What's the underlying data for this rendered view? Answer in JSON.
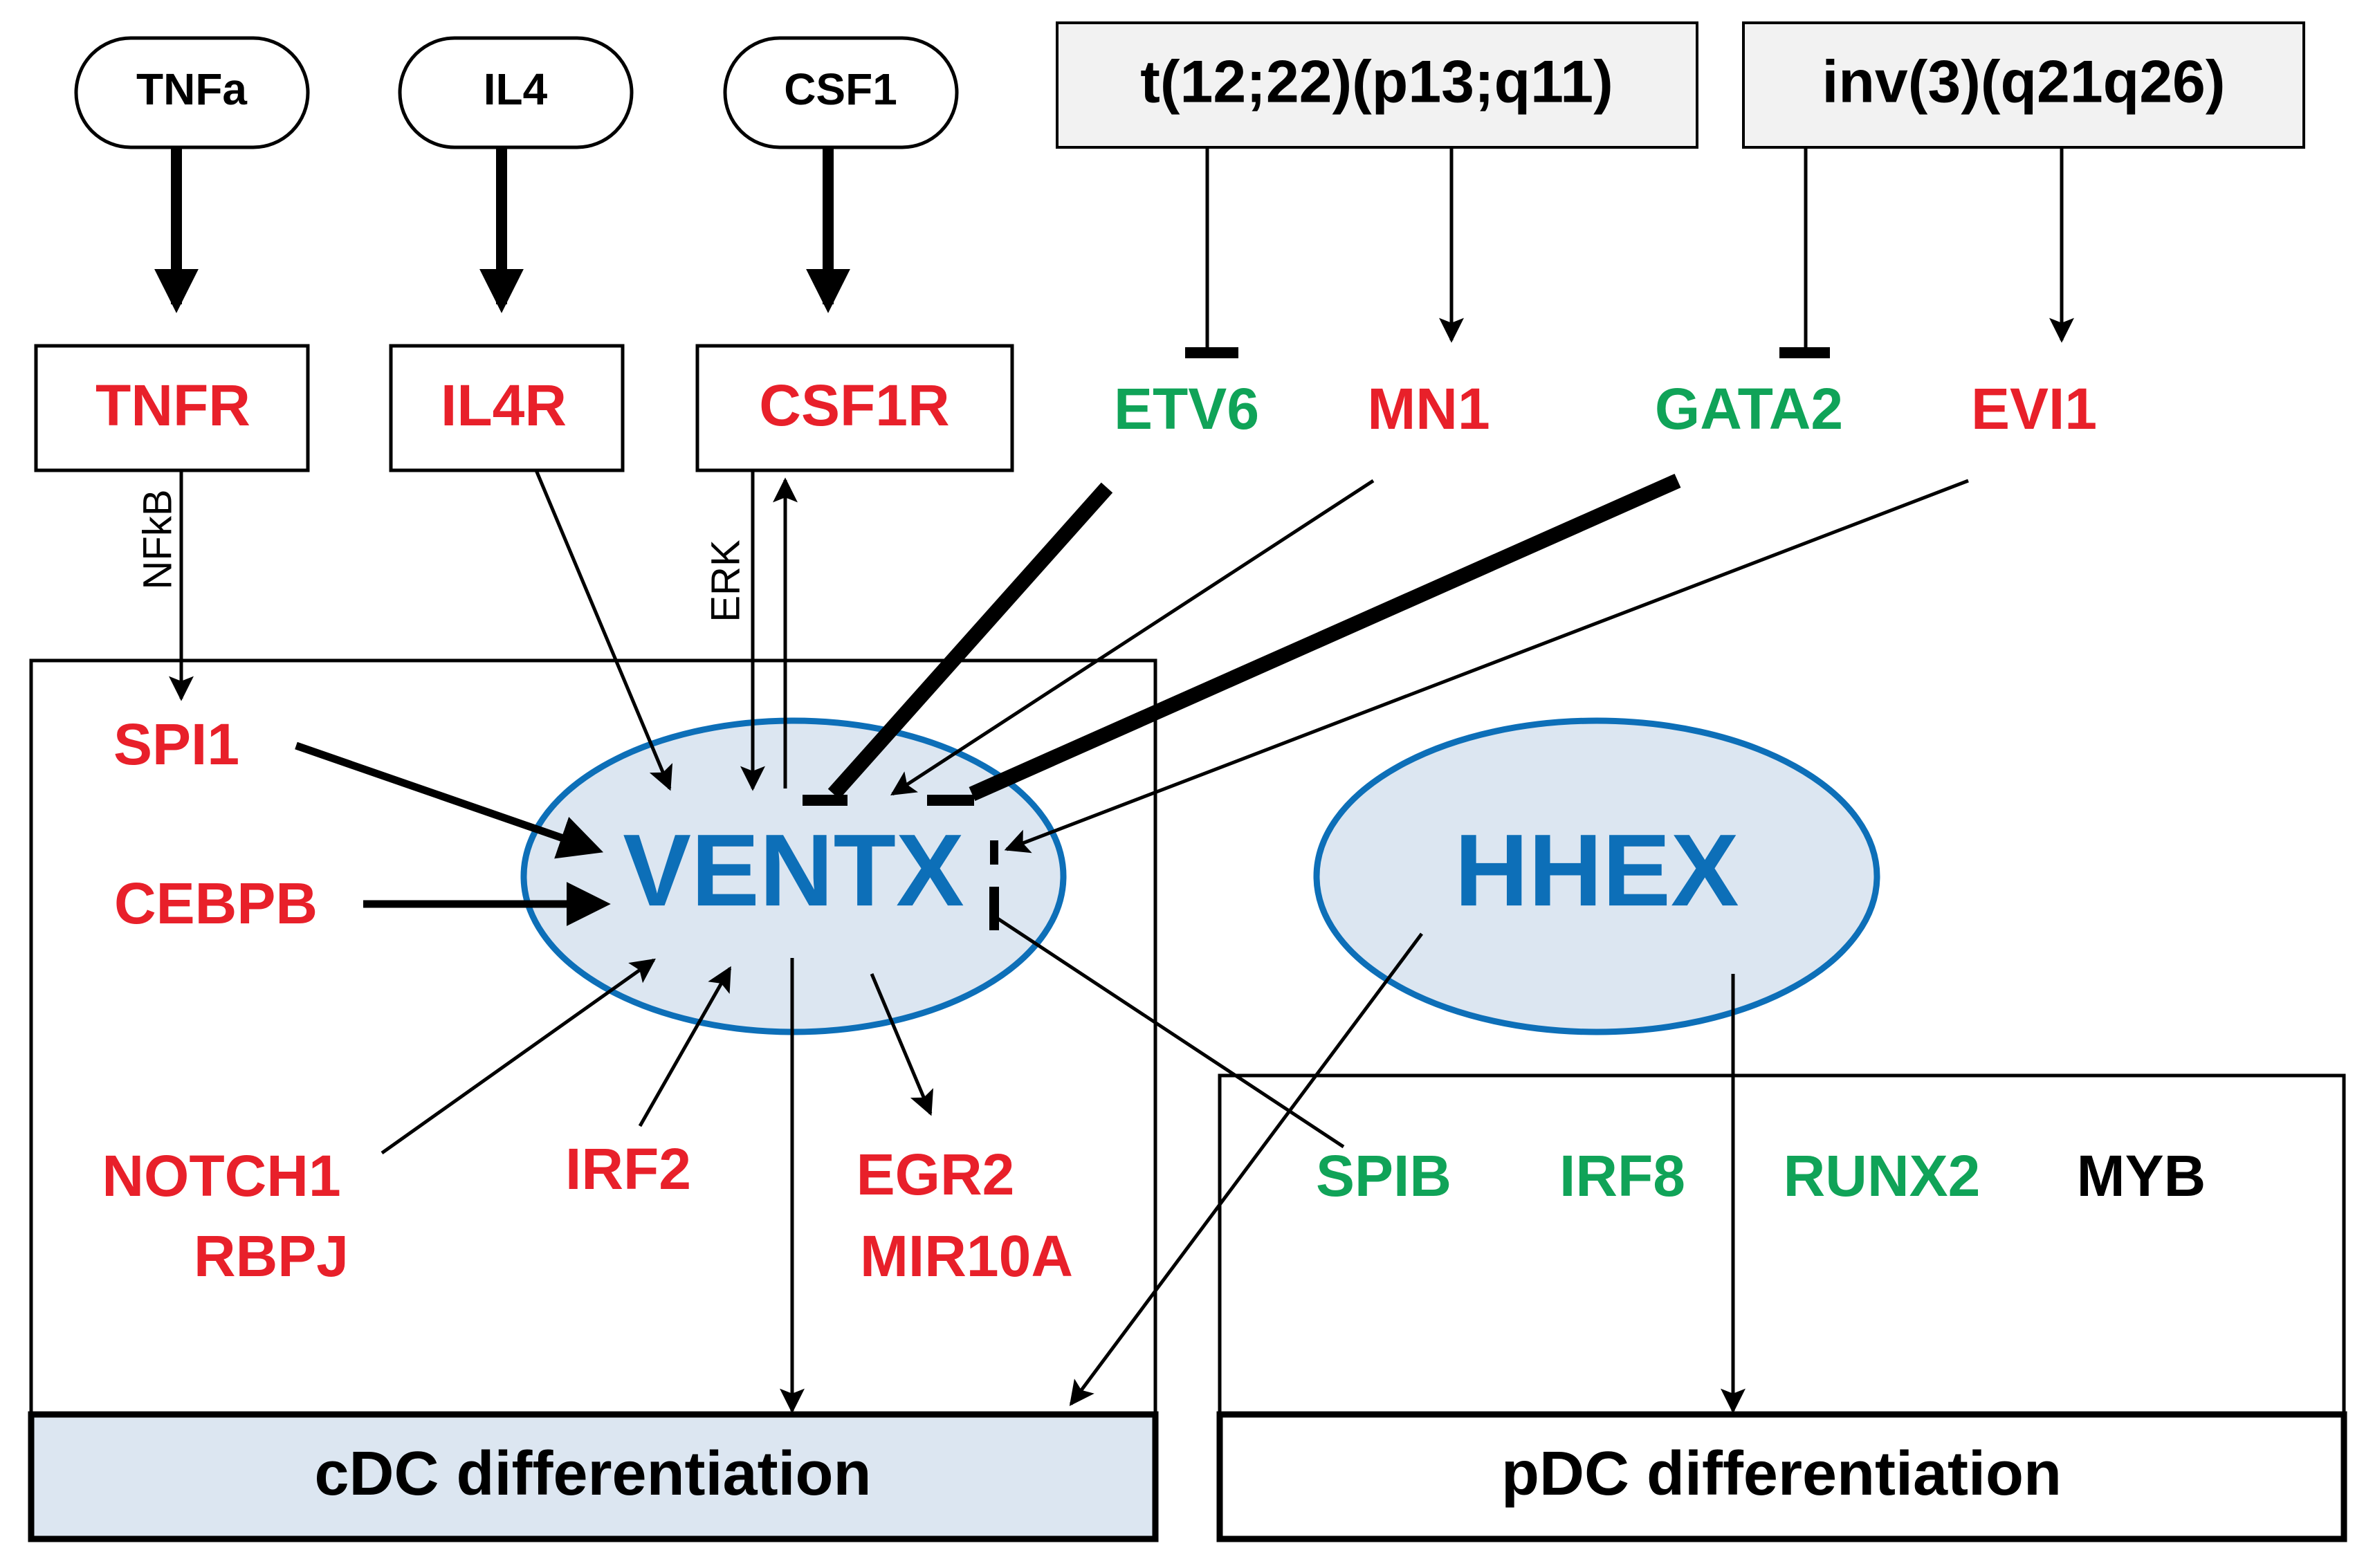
{
  "ligands": {
    "tnfa": "TNFa",
    "il4": "IL4",
    "csf1": "CSF1"
  },
  "translocations": {
    "t12_22": "t(12;22)(p13;q11)",
    "inv3": "inv(3)(q21q26)"
  },
  "receptors": {
    "tnfr": "TNFR",
    "il4r": "IL4R",
    "csf1r": "CSF1R"
  },
  "targets": {
    "etv6": "ETV6",
    "mn1": "MN1",
    "gata2": "GATA2",
    "evi1": "EVI1"
  },
  "pathway_labels": {
    "nfkb": "NFkB",
    "erk": "ERK"
  },
  "hubs": {
    "ventx": "VENTX",
    "hhex": "HHEX"
  },
  "cdc_genes": {
    "spi1": "SPI1",
    "cebpb": "CEBPB",
    "notch1": "NOTCH1",
    "rbpj": "RBPJ",
    "irf2": "IRF2",
    "egr2": "EGR2",
    "mir10a": "MIR10A"
  },
  "pdc_genes": {
    "spib": "SPIB",
    "irf8": "IRF8",
    "runx2": "RUNX2",
    "myb": "MYB"
  },
  "outcomes": {
    "cdc": "cDC differentiation",
    "pdc": "pDC differentiation"
  },
  "colors": {
    "red_gene": "#e8202a",
    "green_gene": "#10a358",
    "hub_text": "#0d6fb8",
    "hub_fill": "#dce6f1",
    "hub_stroke": "#0d6fb8",
    "cdc_fill": "#dce6f1",
    "trans_fill": "#f2f2f2"
  }
}
